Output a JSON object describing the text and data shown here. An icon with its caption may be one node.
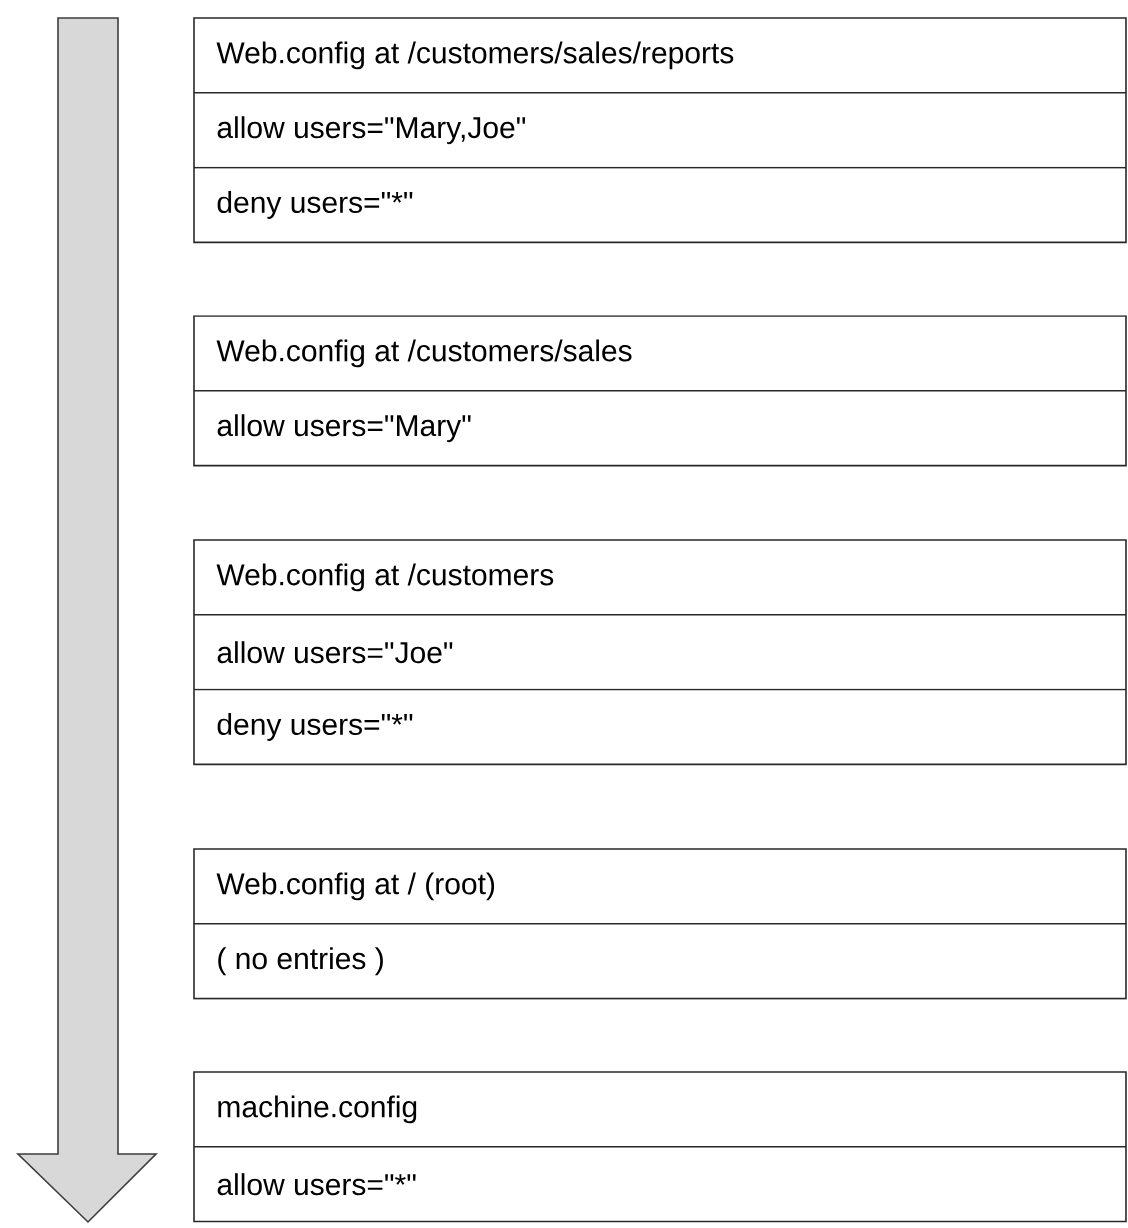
{
  "diagram": {
    "nodes": [
      {
        "text": [
          "Web.config at /customers/sales/reports",
          "allow users=\"Mary,Joe\"",
          "deny users=\"*\""
        ]
      },
      {
        "text": [
          "Web.config at /customers/sales",
          "allow users=\"Mary\""
        ]
      },
      {
        "text": [
          "Web.config at /customers",
          "allow users=\"Joe\"",
          "deny users=\"*\""
        ]
      },
      {
        "text": [
          "Web.config at / (root)",
          "( no entries )"
        ]
      },
      {
        "text": [
          "machine.config",
          "allow users=\"*\""
        ]
      }
    ]
  }
}
